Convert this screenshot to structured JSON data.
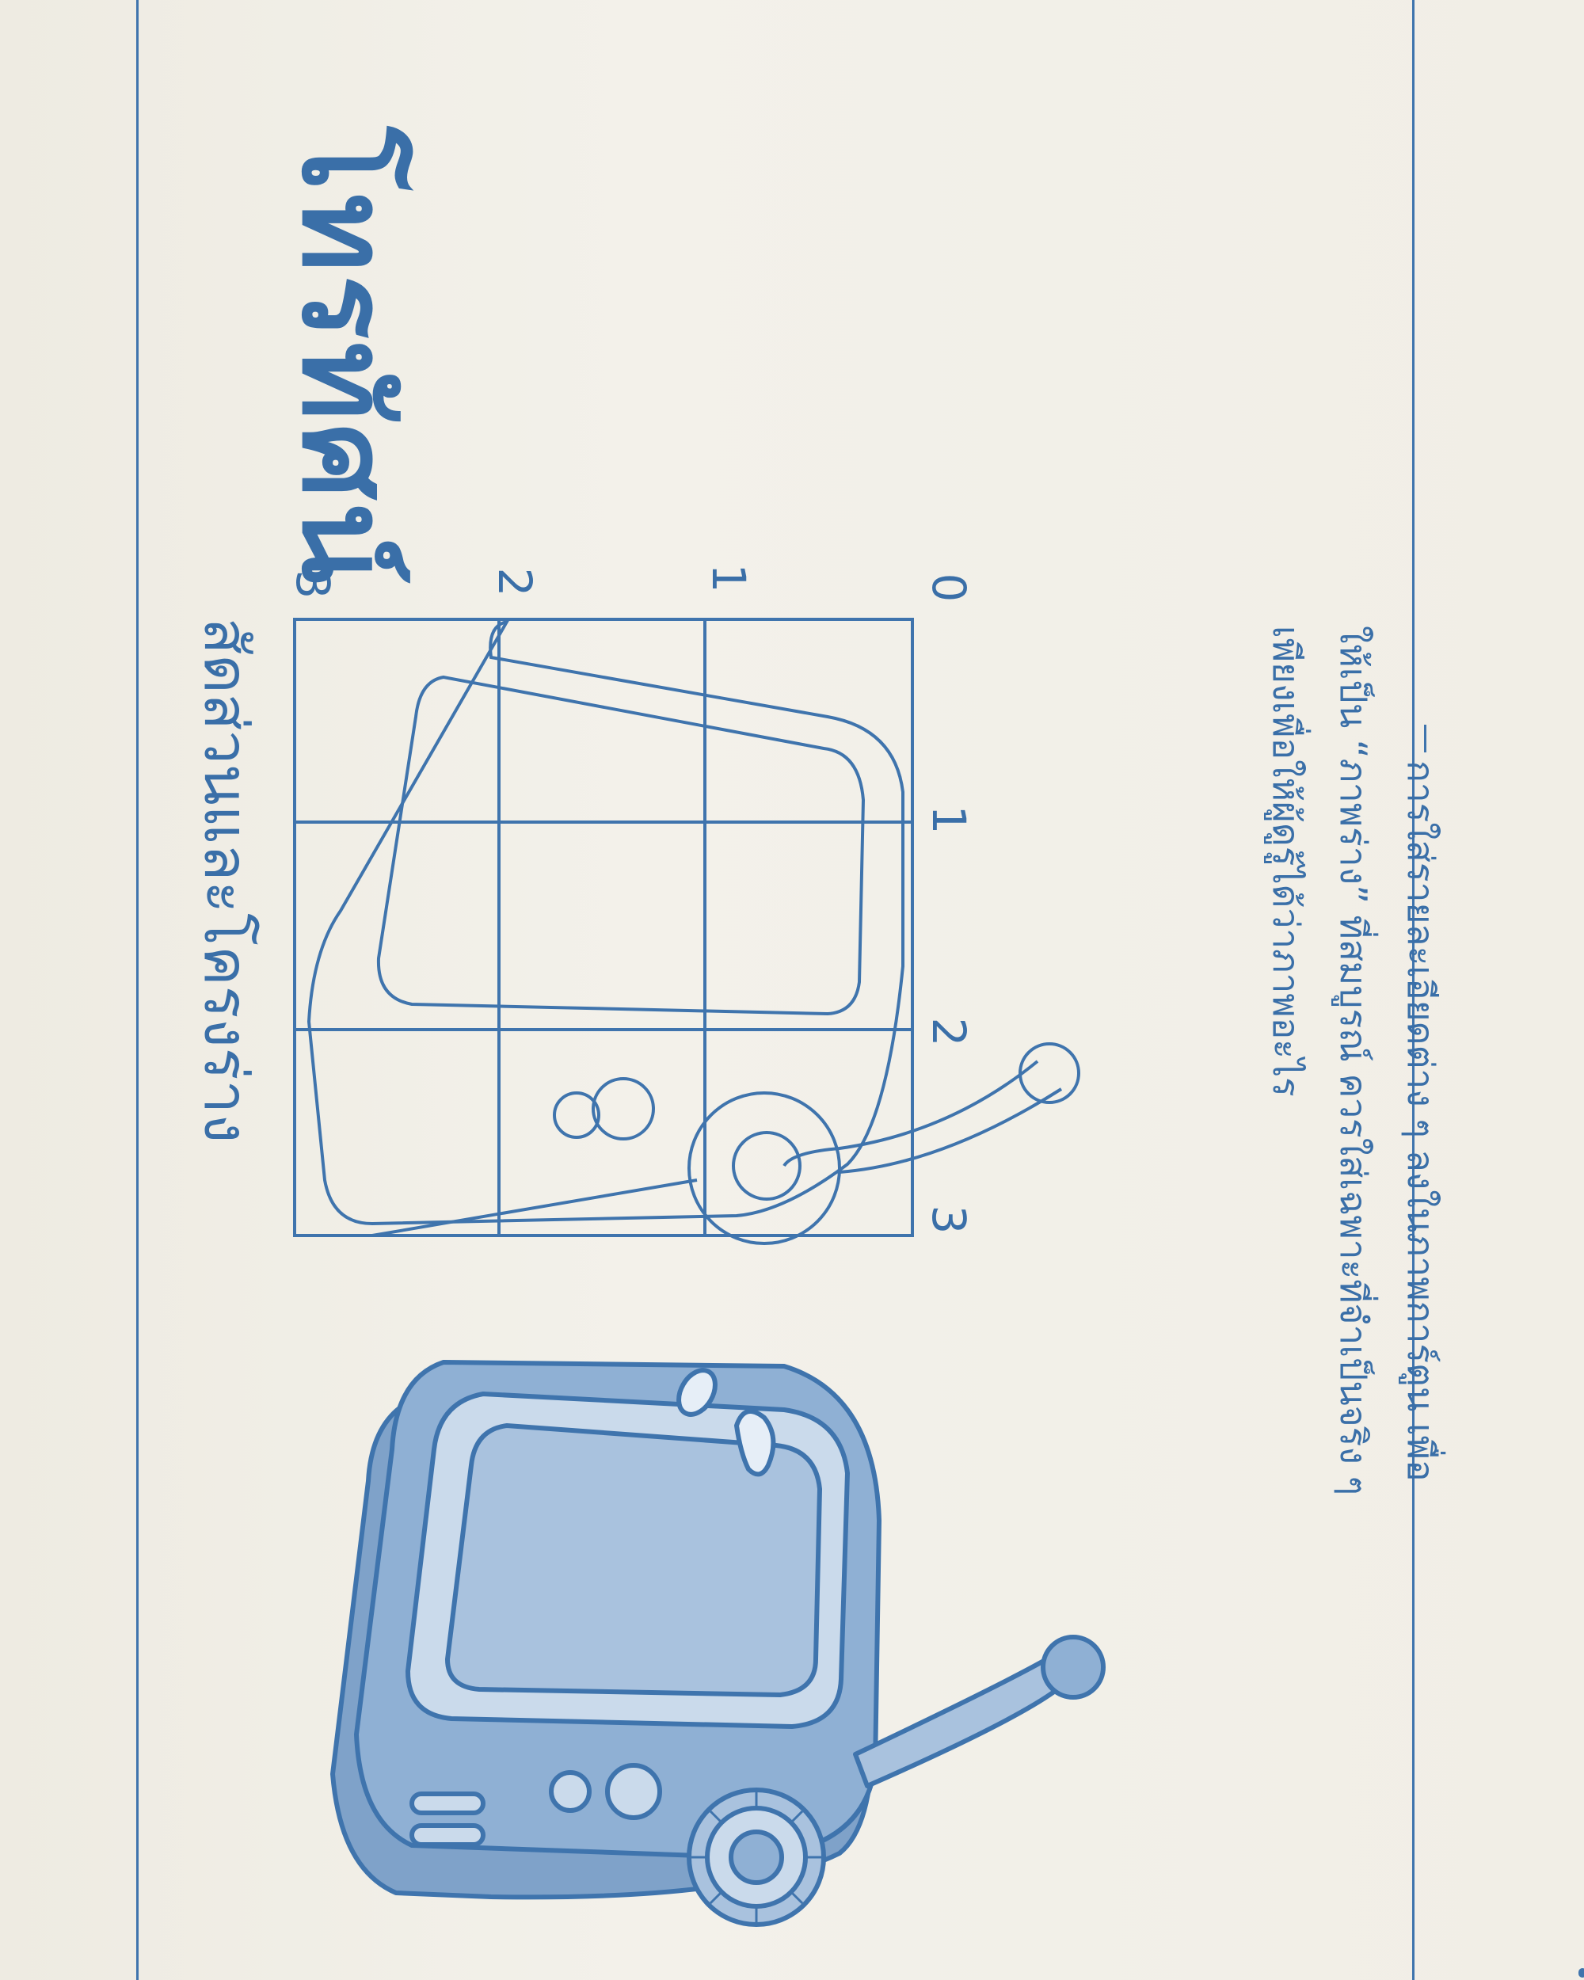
{
  "page": {
    "title": "โทรทัศน์",
    "subtitle": "สัดส่วนและโครงร่าง",
    "instructions": [
      "การใส่รายละเอียดต่าง ๆ ลงในภาพการ์ตูน เพื่อ",
      "ให้เป็น “ภาพร่าง” ที่สมบูรณ์ ควรใส่เฉพาะที่จำเป็นจริง ๆ",
      "เพียงเพื่อให้ผู้ดูรู้ได้ว่าภาพอะไร"
    ]
  },
  "grid": {
    "top_labels": [
      "0",
      "1",
      "2",
      "3"
    ],
    "left_labels": [
      "1",
      "2",
      "3"
    ]
  },
  "colors": {
    "ink": "#3f74ad",
    "tv_body": "#8fb0d4",
    "tv_frame": "#c9d8ea",
    "tv_screen": "#a9c2de",
    "paper": "#f1efe8"
  }
}
